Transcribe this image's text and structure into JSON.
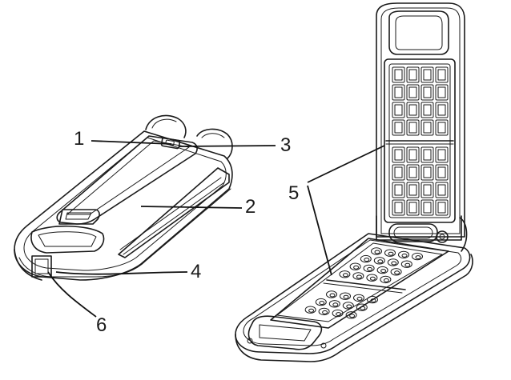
{
  "labels": [
    "1",
    "2",
    "3",
    "4",
    "5",
    "6"
  ],
  "colors": {
    "ink": "#1a1a1a",
    "background": "#ffffff"
  }
}
